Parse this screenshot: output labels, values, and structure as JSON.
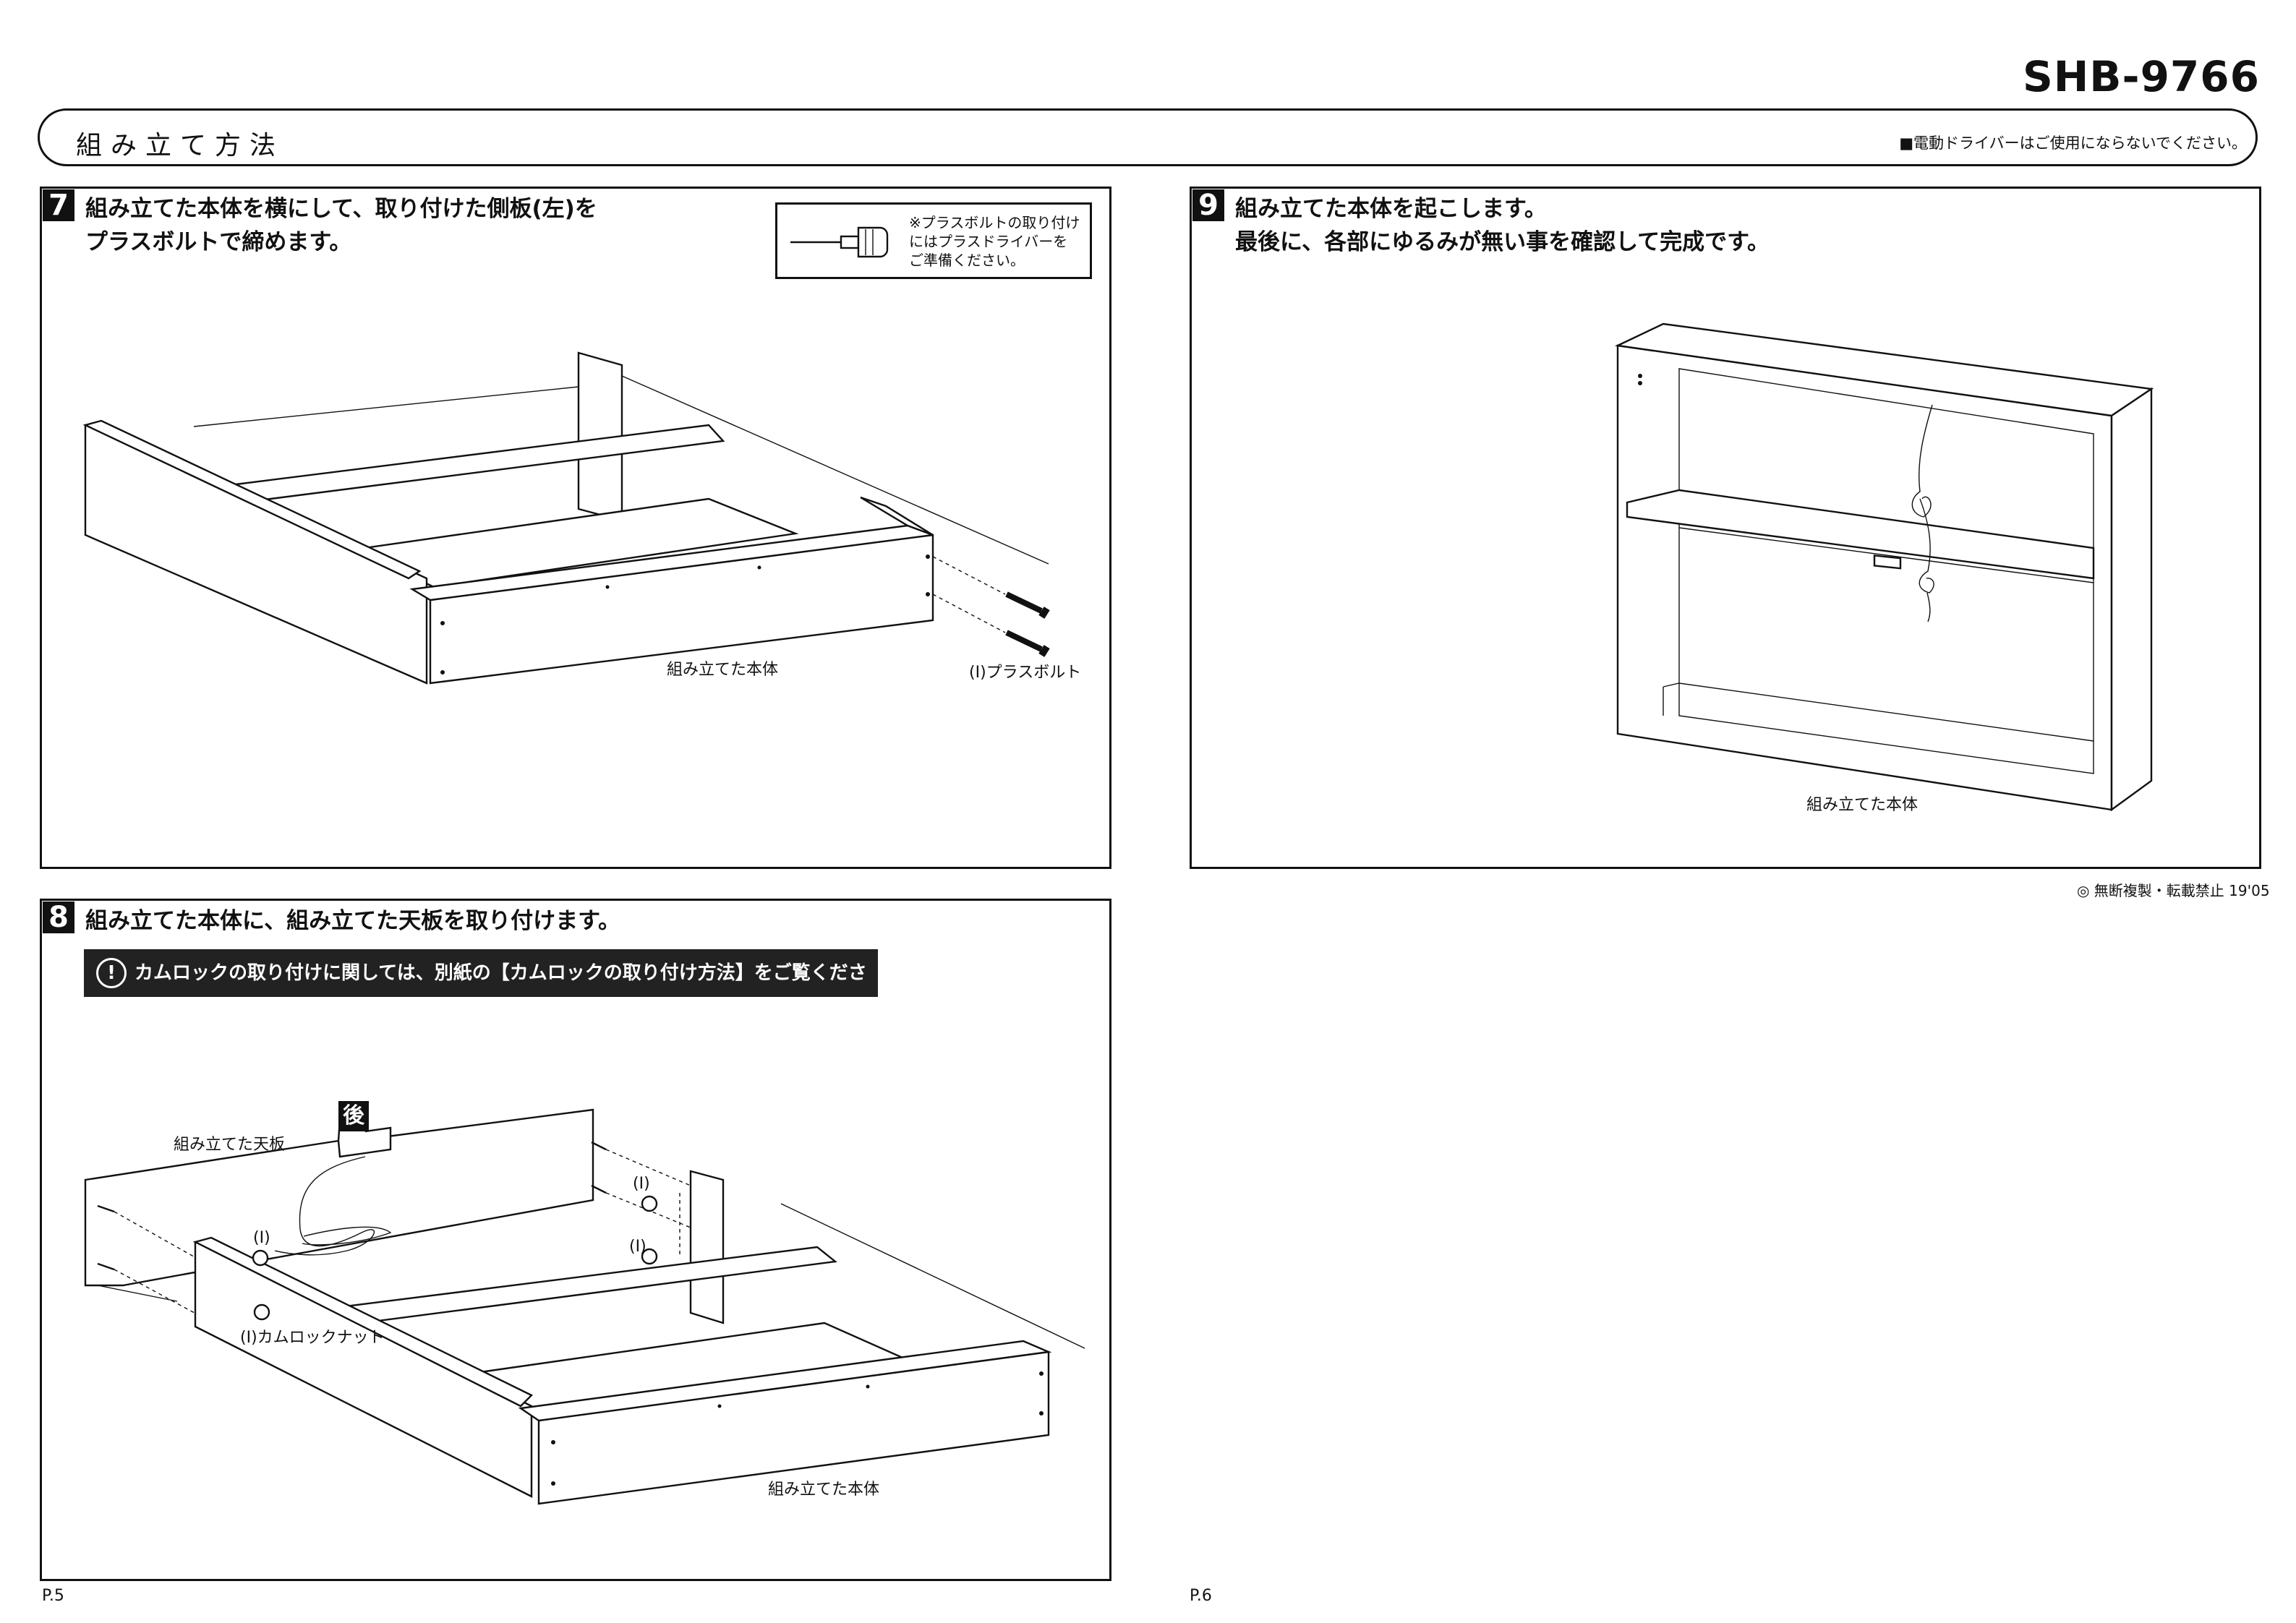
{
  "model_number": "SHB-9766",
  "header": {
    "title": "組み立て方法",
    "note": "■電動ドライバーはご使用にならないでください。"
  },
  "steps": [
    {
      "number": "7",
      "lines": [
        "組み立てた本体を横にして、取り付けた側板(左)を",
        "プラスボルトで締めます。"
      ],
      "note_lines": [
        "※プラスボルトの取り付け",
        "にはプラスドライバーを",
        "ご準備ください。"
      ],
      "labels": {
        "body": "組み立てた本体",
        "bolt": "(I)プラスボルト"
      }
    },
    {
      "number": "8",
      "lines": [
        "組み立てた本体に、組み立てた天板を取り付けます。"
      ],
      "notice_icon": "!",
      "notice": "カムロックの取り付けに関しては、別紙の【カムロックの取り付け方法】をご覧ください。",
      "rear_badge": "後",
      "labels": {
        "top_board": "組み立てた天板",
        "body": "組み立てた本体",
        "camlock_nut": "(I)カムロックナット",
        "i_mark_1": "(I)",
        "i_mark_2": "(I)",
        "i_mark_3": "(I)"
      }
    },
    {
      "number": "9",
      "lines": [
        "組み立てた本体を起こします。",
        "最後に、各部にゆるみが無い事を確認して完成です。"
      ],
      "labels": {
        "body": "組み立てた本体"
      }
    }
  ],
  "copyright": "◎ 無断複製・転載禁止 19'05",
  "pages": {
    "left": "P.5",
    "right": "P.6"
  }
}
